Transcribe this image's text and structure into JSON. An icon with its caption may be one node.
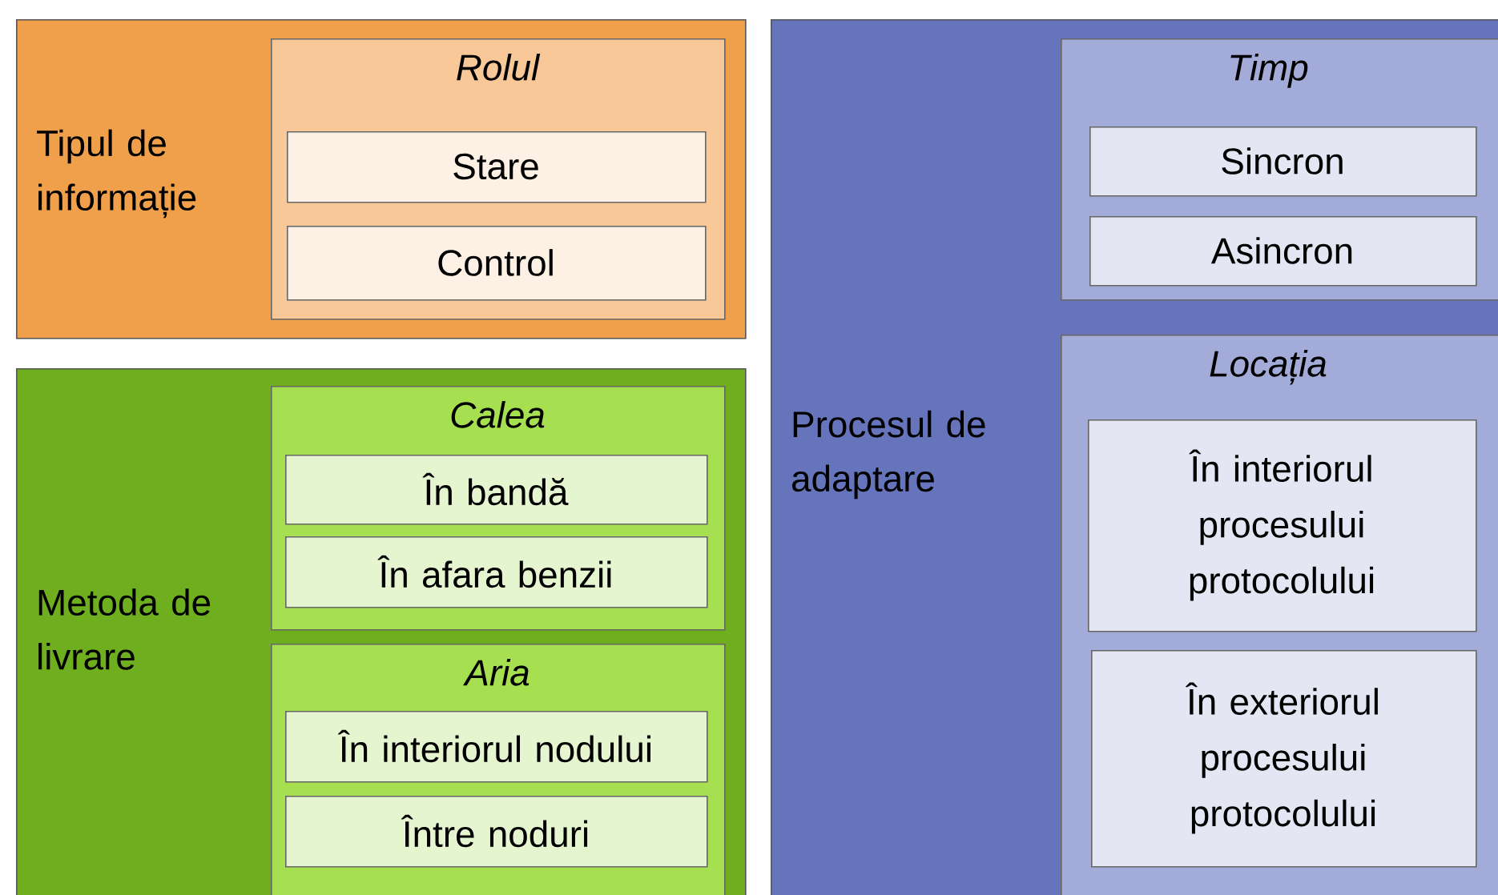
{
  "diagram": {
    "nodes": [
      {
        "text": [
          "Tipul de informație"
        ]
      },
      {
        "text": [
          "Rolul"
        ],
        "in": 0
      },
      {
        "text": [
          "Stare"
        ],
        "in": 1
      },
      {
        "text": [
          "Control"
        ],
        "in": 1
      },
      {
        "text": [
          "Metoda de livrare"
        ]
      },
      {
        "text": [
          "Calea"
        ],
        "in": 4
      },
      {
        "text": [
          "În bandă"
        ],
        "in": 5
      },
      {
        "text": [
          "În afara benzii"
        ],
        "in": 5
      },
      {
        "text": [
          "Aria"
        ],
        "in": 4
      },
      {
        "text": [
          "În interiorul nodului"
        ],
        "in": 8
      },
      {
        "text": [
          "Între noduri"
        ],
        "in": 8
      },
      {
        "text": [
          "Procesul de adaptare"
        ]
      },
      {
        "text": [
          "Timp"
        ],
        "in": 11
      },
      {
        "text": [
          "Sincron"
        ],
        "in": 12
      },
      {
        "text": [
          "Asincron"
        ],
        "in": 12
      },
      {
        "text": [
          "Locația"
        ],
        "in": 11
      },
      {
        "text": [
          "În interiorul procesului protocolului"
        ],
        "in": 15
      },
      {
        "text": [
          "În exteriorul procesului protocolului"
        ],
        "in": 15
      }
    ]
  }
}
